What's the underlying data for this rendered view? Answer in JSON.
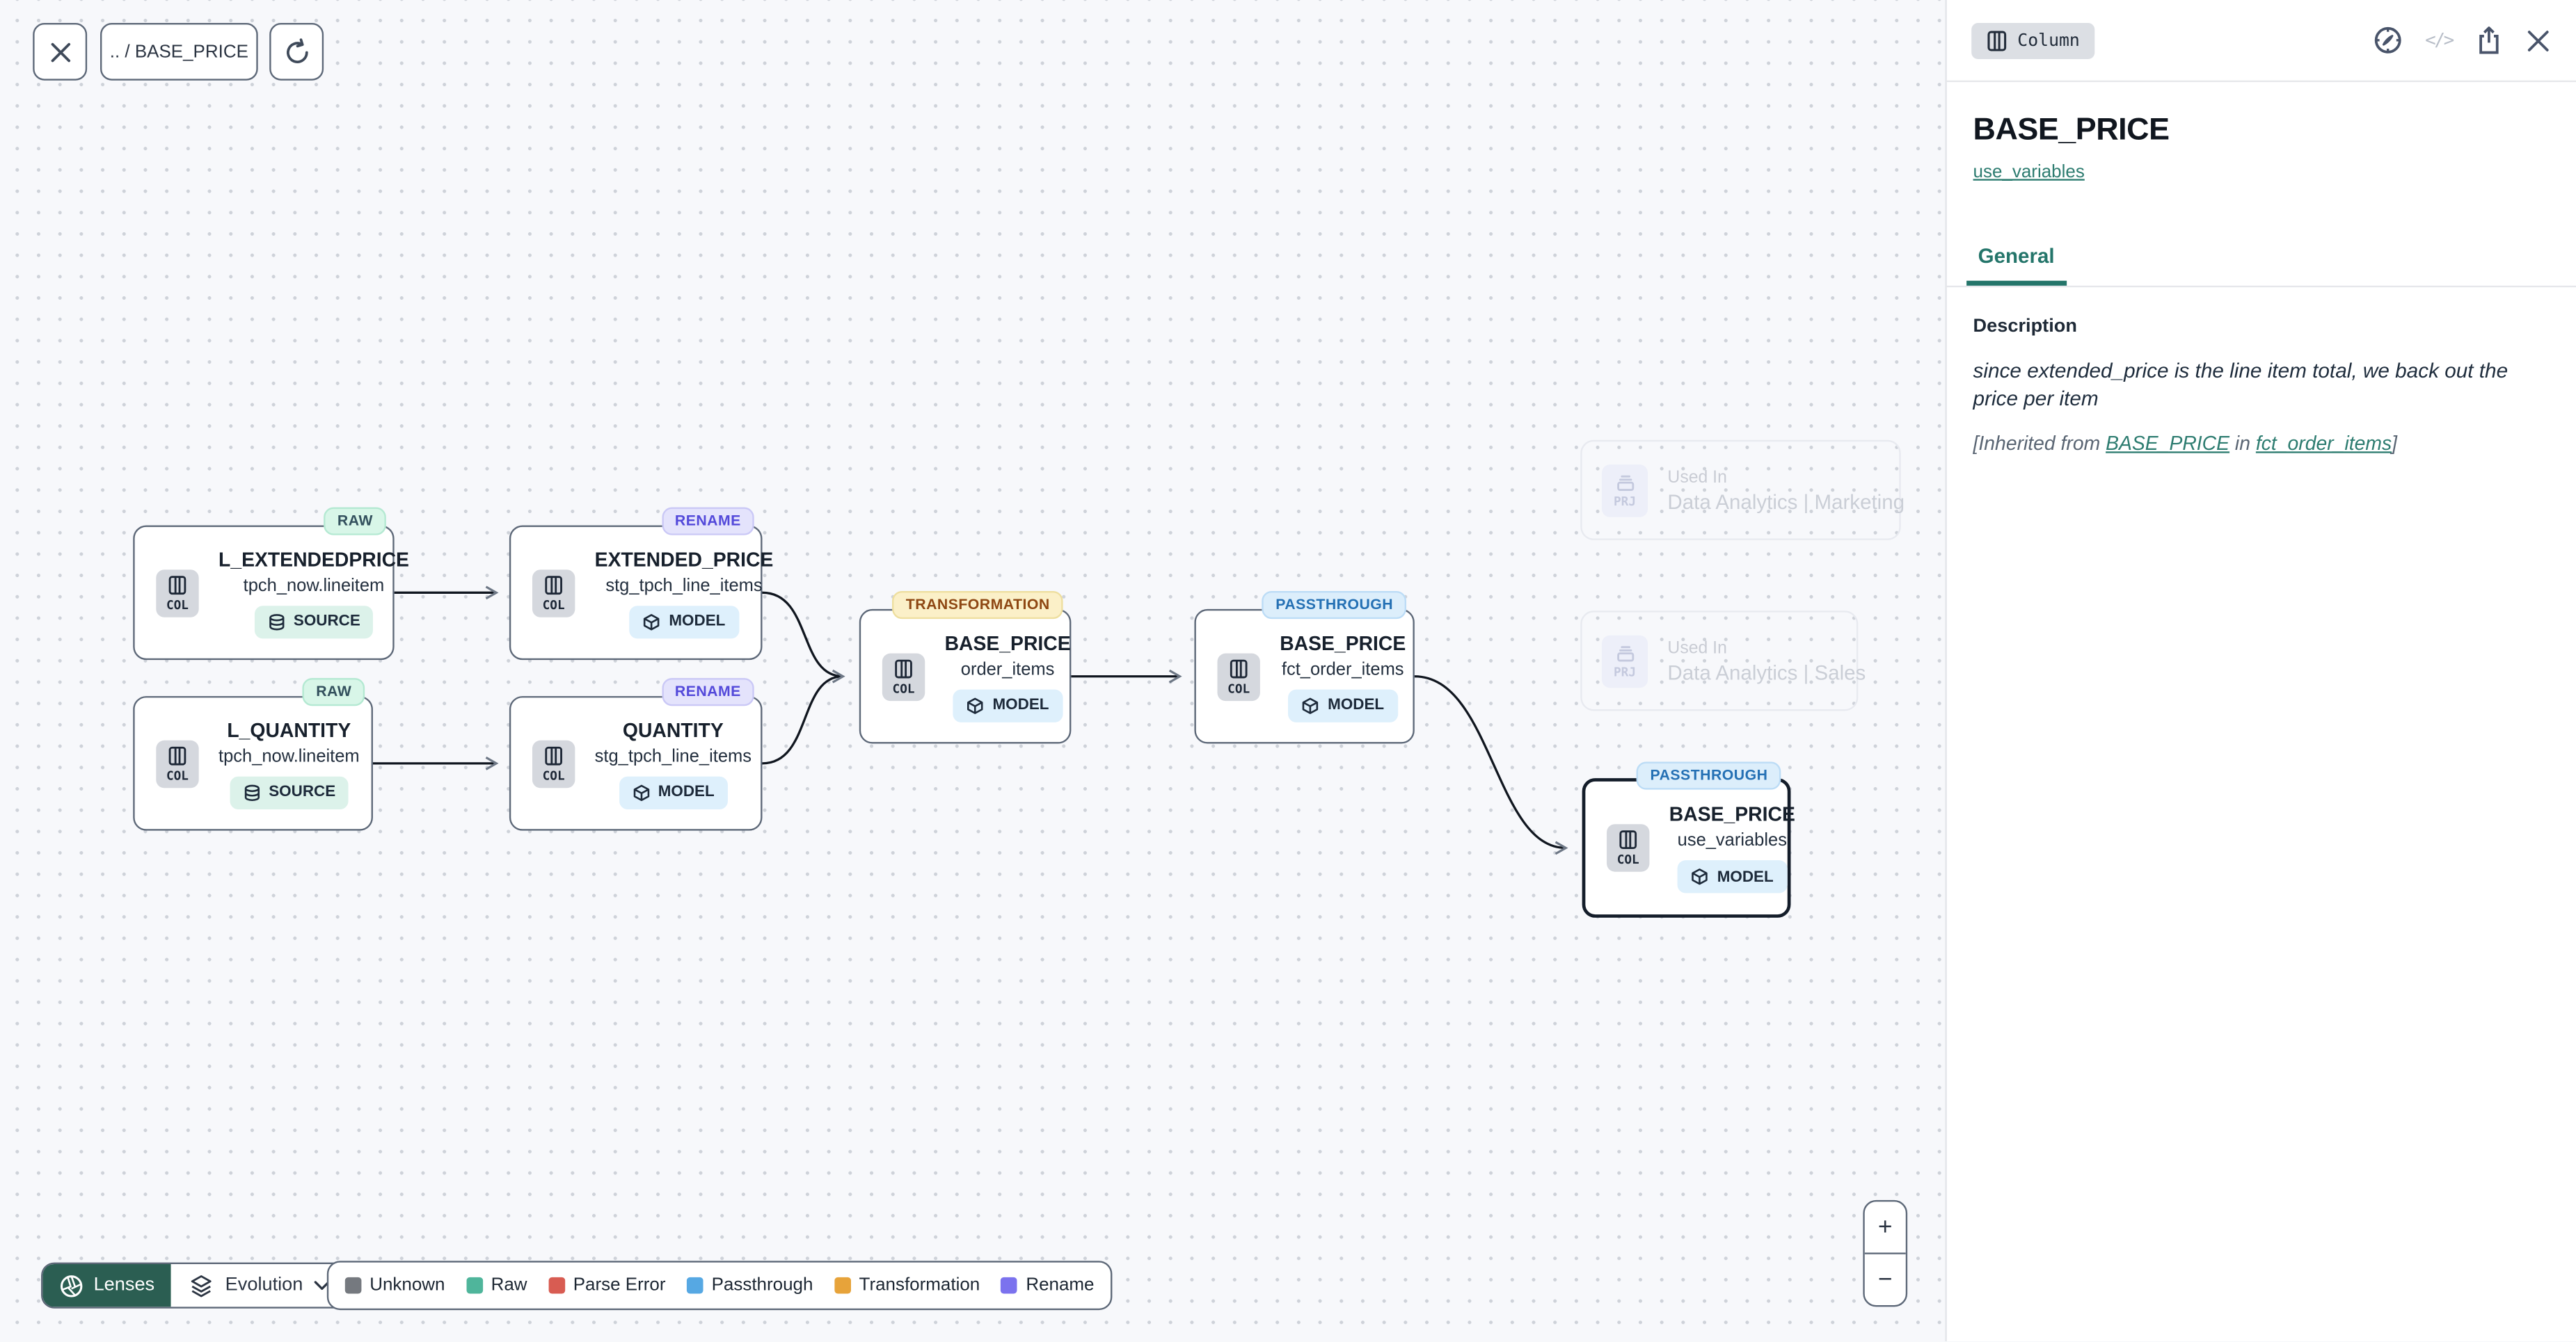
{
  "toolbar": {
    "breadcrumb": ".. / BASE_PRICE"
  },
  "panel": {
    "type_badge": "Column",
    "title": "BASE_PRICE",
    "model_link": "use_variables",
    "tab_general": "General",
    "description_heading": "Description",
    "description_body": "since extended_price is the line item total, we back out the price per item",
    "inherited": {
      "prefix": "[Inherited from ",
      "link_column": "BASE_PRICE",
      "middle": " in ",
      "link_model": "fct_order_items",
      "suffix": "]"
    }
  },
  "nodes": [
    {
      "tag": "RAW",
      "type_label": "COL",
      "title": "L_EXTENDEDPRICE",
      "subtitle": "tpch_now.lineitem",
      "kind": "SOURCE"
    },
    {
      "tag": "RENAME",
      "type_label": "COL",
      "title": "EXTENDED_PRICE",
      "subtitle": "stg_tpch_line_items",
      "kind": "MODEL"
    },
    {
      "tag": "RAW",
      "type_label": "COL",
      "title": "L_QUANTITY",
      "subtitle": "tpch_now.lineitem",
      "kind": "SOURCE"
    },
    {
      "tag": "RENAME",
      "type_label": "COL",
      "title": "QUANTITY",
      "subtitle": "stg_tpch_line_items",
      "kind": "MODEL"
    },
    {
      "tag": "TRANSFORMATION",
      "type_label": "COL",
      "title": "BASE_PRICE",
      "subtitle": "order_items",
      "kind": "MODEL"
    },
    {
      "tag": "PASSTHROUGH",
      "type_label": "COL",
      "title": "BASE_PRICE",
      "subtitle": "fct_order_items",
      "kind": "MODEL"
    },
    {
      "tag": "PASSTHROUGH",
      "type_label": "COL",
      "title": "BASE_PRICE",
      "subtitle": "use_variables",
      "kind": "MODEL",
      "selected": true
    }
  ],
  "ghost_nodes": [
    {
      "type_label": "PRJ",
      "label": "Used In",
      "title": "Data Analytics | Marketing"
    },
    {
      "type_label": "PRJ",
      "label": "Used In",
      "title": "Data Analytics | Sales"
    }
  ],
  "lens_bar": {
    "lenses_label": "Lenses",
    "lens_selected": "Evolution"
  },
  "legend": {
    "items": [
      {
        "label": "Unknown",
        "color": "#75797f"
      },
      {
        "label": "Raw",
        "color": "#4fb59b"
      },
      {
        "label": "Parse Error",
        "color": "#d85c52"
      },
      {
        "label": "Passthrough",
        "color": "#56a8e3"
      },
      {
        "label": "Transformation",
        "color": "#e7a33a"
      },
      {
        "label": "Rename",
        "color": "#7b72ee"
      }
    ]
  },
  "zoom_controls": {
    "zoom_in": "+",
    "zoom_out": "−"
  },
  "colors": {
    "accent_teal": "#2d7c70",
    "selection_border": "#141d2a",
    "edge": "#10161f"
  }
}
